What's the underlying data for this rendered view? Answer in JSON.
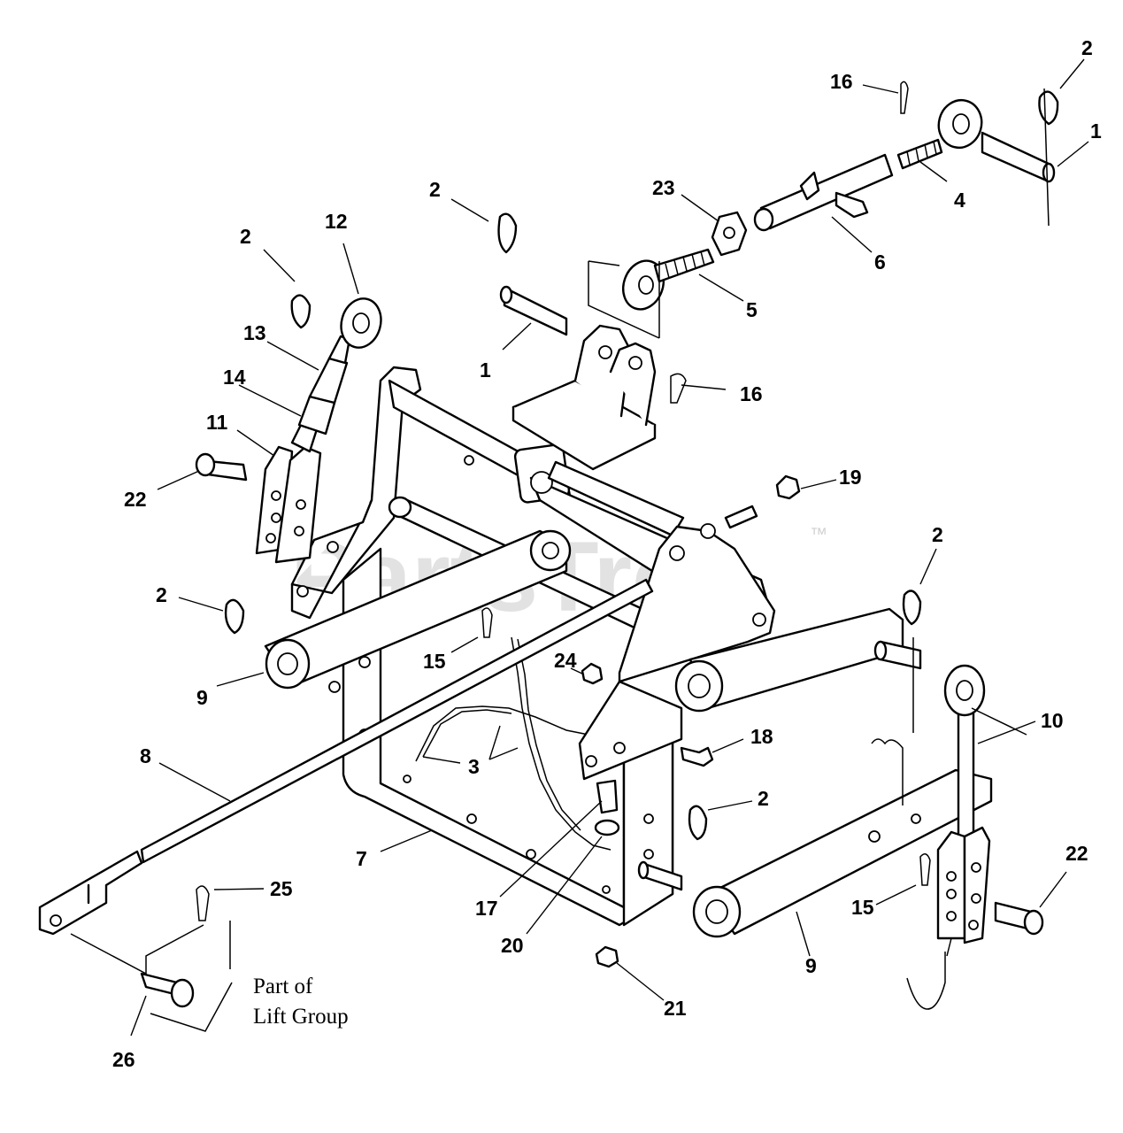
{
  "watermark": {
    "brand": "PartsTree",
    "trademark": "™"
  },
  "note": {
    "line1": "Part of",
    "line2": "Lift Group"
  },
  "callouts": [
    {
      "id": "c2a",
      "label": "2"
    },
    {
      "id": "c16a",
      "label": "16"
    },
    {
      "id": "c1a",
      "label": "1"
    },
    {
      "id": "c23",
      "label": "23"
    },
    {
      "id": "c4",
      "label": "4"
    },
    {
      "id": "c6",
      "label": "6"
    },
    {
      "id": "c2b",
      "label": "2"
    },
    {
      "id": "c5",
      "label": "5"
    },
    {
      "id": "c12",
      "label": "12"
    },
    {
      "id": "c2c",
      "label": "2"
    },
    {
      "id": "c13",
      "label": "13"
    },
    {
      "id": "c1b",
      "label": "1"
    },
    {
      "id": "c16b",
      "label": "16"
    },
    {
      "id": "c14",
      "label": "14"
    },
    {
      "id": "c11",
      "label": "11"
    },
    {
      "id": "c19",
      "label": "19"
    },
    {
      "id": "c22a",
      "label": "22"
    },
    {
      "id": "c2d",
      "label": "2"
    },
    {
      "id": "c2e",
      "label": "2"
    },
    {
      "id": "c15a",
      "label": "15"
    },
    {
      "id": "c24",
      "label": "24"
    },
    {
      "id": "c9a",
      "label": "9"
    },
    {
      "id": "c10",
      "label": "10"
    },
    {
      "id": "c18",
      "label": "18"
    },
    {
      "id": "c8",
      "label": "8"
    },
    {
      "id": "c3",
      "label": "3"
    },
    {
      "id": "c2f",
      "label": "2"
    },
    {
      "id": "c7",
      "label": "7"
    },
    {
      "id": "c22b",
      "label": "22"
    },
    {
      "id": "c25",
      "label": "25"
    },
    {
      "id": "c17",
      "label": "17"
    },
    {
      "id": "c15b",
      "label": "15"
    },
    {
      "id": "c20",
      "label": "20"
    },
    {
      "id": "c9b",
      "label": "9"
    },
    {
      "id": "c21",
      "label": "21"
    },
    {
      "id": "c26",
      "label": "26"
    }
  ]
}
